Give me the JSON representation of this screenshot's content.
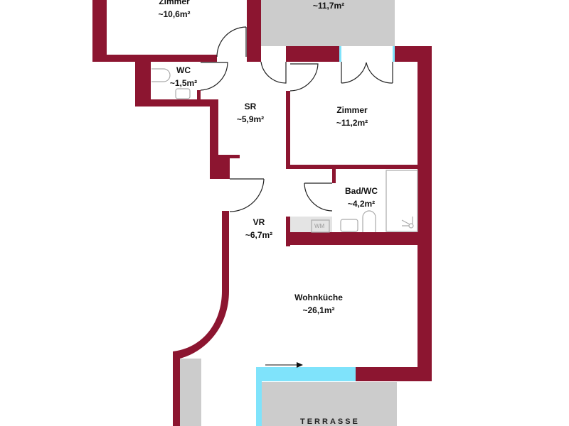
{
  "plan": {
    "colors": {
      "wall": "#8c1530",
      "window": "#7fe3fb",
      "gray": "#cccccc"
    },
    "rooms": [
      {
        "name": "Zimmer",
        "area": "~10,6m²"
      },
      {
        "name": "",
        "area": "~11,7m²"
      },
      {
        "name": "WC",
        "area": "~1,5m²"
      },
      {
        "name": "SR",
        "area": "~5,9m²"
      },
      {
        "name": "Zimmer",
        "area": "~11,2m²"
      },
      {
        "name": "Bad/WC",
        "area": "~4,2m²"
      },
      {
        "name": "VR",
        "area": "~6,7m²"
      },
      {
        "name": "Wohnküche",
        "area": "~26,1m²"
      }
    ],
    "wm_label": "WM",
    "terrace_label": "TERRASSE"
  }
}
